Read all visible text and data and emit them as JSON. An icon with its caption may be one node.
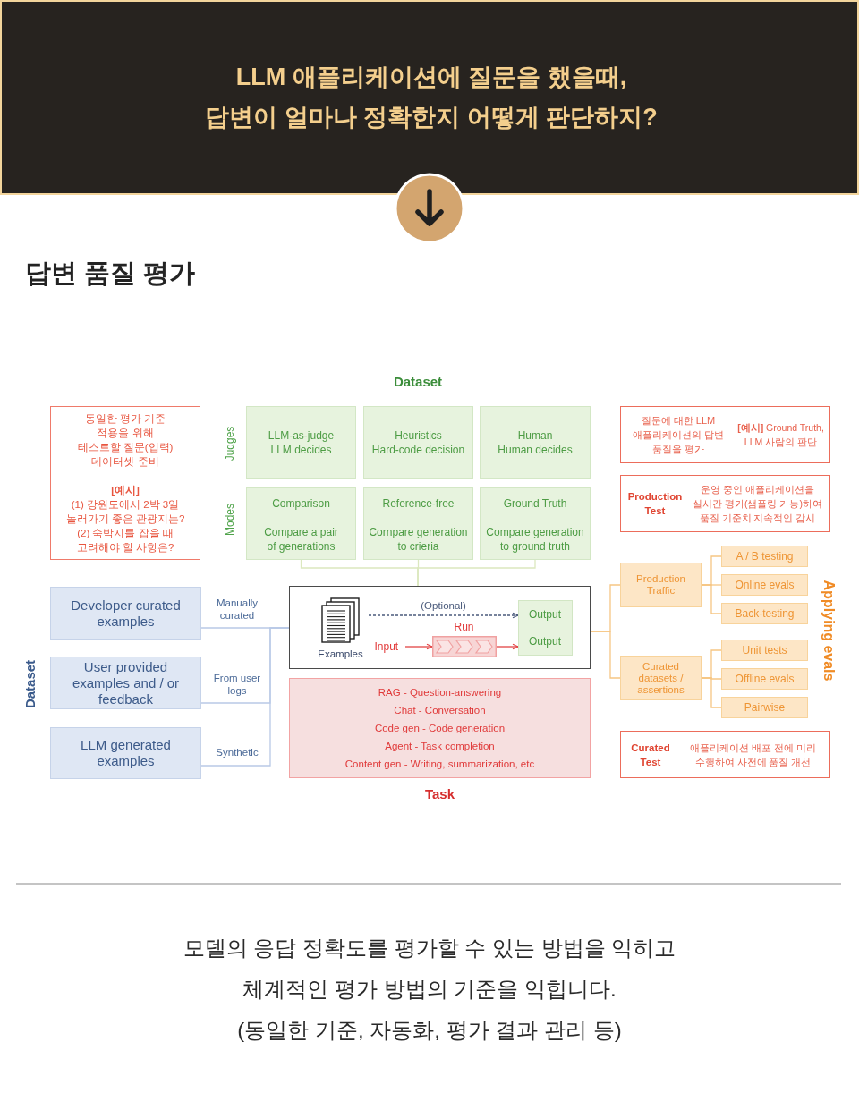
{
  "diagram": {
    "title": "LLM 애플리케이션에 질문을 했을때, 답변이 얼마나 정확한지 어떻게 판단하지?",
    "caption": "모델의 응답 정확도를 평가할 수 있는 방법을 익히고 체계적인 평가 방법의 기준을 익힙니다.",
    "nodes": [
      {
        "text": [
          "동일한 평가 기준 적용을 위해 테스트할 질문(입력) 데이터셋 준비",
          "[예시]",
          "(1) 강원도에서 2박 3일 놀러가기 좋은 관광지는?",
          "(2) 숙박지를 잡을 때 고려해야 할 사항은?"
        ]
      },
      {
        "text": [
          "LLM-as-judge",
          "LLM decides"
        ]
      },
      {
        "text": [
          "Heuristics",
          "Hard-code decision"
        ]
      },
      {
        "text": [
          "Human",
          "Human decides"
        ]
      },
      {
        "text": [
          "Comparison",
          "Compare a pair of generations"
        ]
      },
      {
        "text": [
          "Reference-free",
          "Cornpare generation to crieria"
        ]
      },
      {
        "text": [
          "Ground Truth",
          "Compare generation to ground truth"
        ]
      },
      {
        "text": [
          "질문에 대한 LLM 애플리케이션의 답변 품질을 평가",
          "**[예시]** Ground Truth, LLM 사람의 판단"
        ]
      },
      {
        "text": [
          "Production Test",
          "운영 중인 애플리케이션을 실시간 평가(샘플링 가능)하여 품질 기준치 지속적인 감시"
        ]
      },
      {
        "text": [],
        "shape": "box"
      },
      {
        "text": [
          "Examples"
        ],
        "in": 9
      },
      {
        "text": [
          "Input"
        ],
        "in": 9
      },
      {
        "text": [
          "Run"
        ],
        "in": 9
      },
      {
        "text": [
          "Output",
          "Output"
        ],
        "in": 9
      },
      {
        "text": [
          "Developer curated examples"
        ],
        "beside": [
          "Manually curated"
        ]
      },
      {
        "text": [
          "User provided examples and / or feedback"
        ],
        "beside": [
          "From user logs"
        ]
      },
      {
        "text": [
          "LLM generated examples"
        ],
        "beside": [
          "Synthetic"
        ]
      },
      {
        "text": [
          "Production Traffic"
        ]
      },
      {
        "text": [
          "A / B testing"
        ]
      },
      {
        "text": [
          "Online evals"
        ]
      },
      {
        "text": [
          "Back-testing"
        ]
      },
      {
        "text": [
          "Curated datasets / assertions"
        ]
      },
      {
        "text": [
          "Unit tests"
        ]
      },
      {
        "text": [
          "Offline evals"
        ]
      },
      {
        "text": [
          "Pairwise"
        ]
      },
      {
        "text": [
          "RAG - Question-answering",
          "Chat - Conversation",
          "Code gen - Code generation",
          "Agent - Task completion",
          "Content gen - Writing, summarization, etc",
          "Task"
        ]
      },
      {
        "text": [
          "Curated Test",
          "애플리케이션 배포 전에 미리 수행하여 사전에 품질 개선"
        ]
      }
    ],
    "edges": [
      {
        "from": 4,
        "to": 9,
        "arrow": "none",
        "color": "#dce8bf"
      },
      {
        "from": 5,
        "to": 9,
        "arrow": "none",
        "color": "#dce8bf"
      },
      {
        "from": 6,
        "to": 9,
        "arrow": "none",
        "color": "#dce8bf"
      },
      {
        "from": 10,
        "to": 13,
        "arrow": "to",
        "label": "(Optional)",
        "style": "dashed",
        "color": "#4b5b7c"
      },
      {
        "from": 11,
        "to": 12,
        "arrow": "to",
        "color": "#e24444"
      },
      {
        "from": 12,
        "to": 13,
        "arrow": "to",
        "color": "#e24444"
      },
      {
        "from": 14,
        "to": 9,
        "arrow": "none",
        "color": "#b9c9e6"
      },
      {
        "from": 15,
        "to": 9,
        "arrow": "none",
        "color": "#b9c9e6"
      },
      {
        "from": 16,
        "to": 9,
        "arrow": "none",
        "color": "#b9c9e6"
      },
      {
        "from": 9,
        "to": 17,
        "arrow": "none"
      },
      {
        "from": 9,
        "to": 21,
        "arrow": "none"
      },
      {
        "from": 17,
        "to": 18,
        "arrow": "none"
      },
      {
        "from": 17,
        "to": 19,
        "arrow": "none"
      },
      {
        "from": 17,
        "to": 20,
        "arrow": "none"
      },
      {
        "from": 21,
        "to": 22,
        "arrow": "none"
      },
      {
        "from": 21,
        "to": 23,
        "arrow": "none"
      },
      {
        "from": 21,
        "to": 24,
        "arrow": "none"
      }
    ],
    "labels": [
      "답변 품질 평가",
      "Dataset",
      "Judges",
      "Modes",
      "Dataset",
      "Applying evals",
      "(동일한 기준, 자동화, 평가 결과 관리 등)"
    ]
  }
}
